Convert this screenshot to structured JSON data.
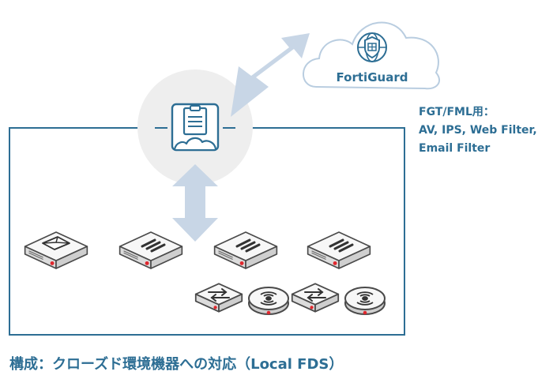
{
  "cloud": {
    "label": "FortiGuard",
    "icon": "fortiguard-globe-shield-icon"
  },
  "note": {
    "lines": [
      "FGT/FML用：",
      "AV, IPS, Web Filter,",
      "Email Filter"
    ]
  },
  "caption": "構成：クローズド環境機器への対応（Local FDS）",
  "server": {
    "icon": "clipboard-cloud-server-icon"
  },
  "devices": [
    {
      "type": "mail-appliance",
      "icon": "envelope-icon"
    },
    {
      "type": "firewall-appliance",
      "icon": "three-bars-icon"
    },
    {
      "type": "firewall-appliance",
      "icon": "three-bars-icon"
    },
    {
      "type": "firewall-appliance",
      "icon": "three-bars-icon"
    },
    {
      "type": "switch",
      "icon": "swap-arrows-icon"
    },
    {
      "type": "access-point",
      "icon": "wifi-icon"
    },
    {
      "type": "switch",
      "icon": "swap-arrows-icon"
    },
    {
      "type": "access-point",
      "icon": "wifi-icon"
    }
  ],
  "colors": {
    "primary": "#2d6e94",
    "arrow": "#c8d6e6",
    "halo": "#eeeeee",
    "device_top": "#f6f6f6",
    "device_side": "#d9d9d9",
    "red_dot": "#e0282e"
  }
}
